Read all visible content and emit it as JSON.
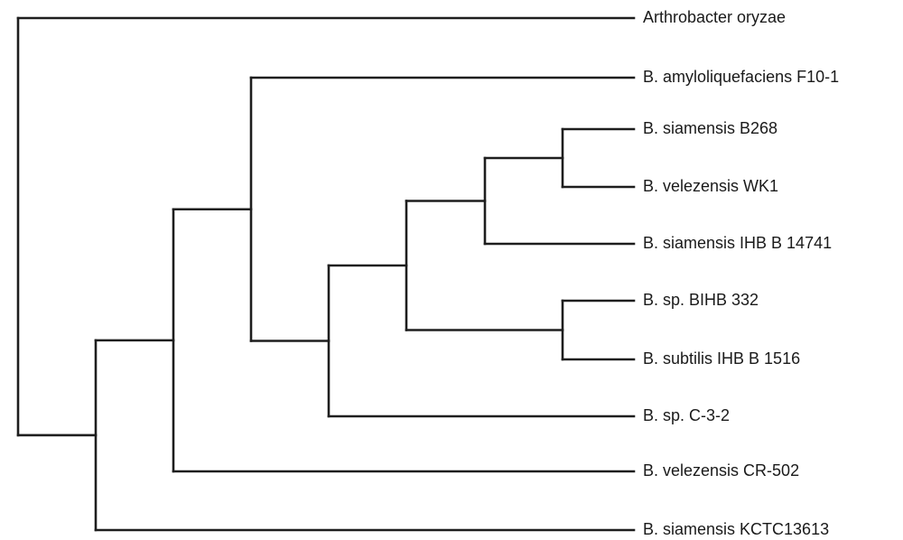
{
  "tree": {
    "leaves": [
      {
        "id": "arthrobacter",
        "label": "Arthrobacter oryzae"
      },
      {
        "id": "amyloliq",
        "label": "B. amyloliquefaciens F10-1"
      },
      {
        "id": "siam_b268",
        "label": "B. siamensis B268"
      },
      {
        "id": "vel_wk1",
        "label": "B. velezensis WK1"
      },
      {
        "id": "siam_ihb14741",
        "label": "B. siamensis IHB B 14741"
      },
      {
        "id": "sp_bihb332",
        "label": "B. sp. BIHB 332"
      },
      {
        "id": "subt_ihb1516",
        "label": "B. subtilis IHB B 1516"
      },
      {
        "id": "sp_c32",
        "label": "B. sp. C-3-2"
      },
      {
        "id": "vel_cr502",
        "label": "B. velezensis CR-502"
      },
      {
        "id": "siam_kctc",
        "label": "B. siamensis KCTC13613"
      }
    ],
    "newick": "(Arthrobacter oryzae,(((B. amyloliquefaciens F10-1,((((B. siamensis B268,B. velezensis WK1),B. siamensis IHB B 14741),(B. sp. BIHB 332,B. subtilis IHB B 1516)),B. sp. C-3-2)),B. velezensis CR-502),B. siamensis KCTC13613));"
  }
}
